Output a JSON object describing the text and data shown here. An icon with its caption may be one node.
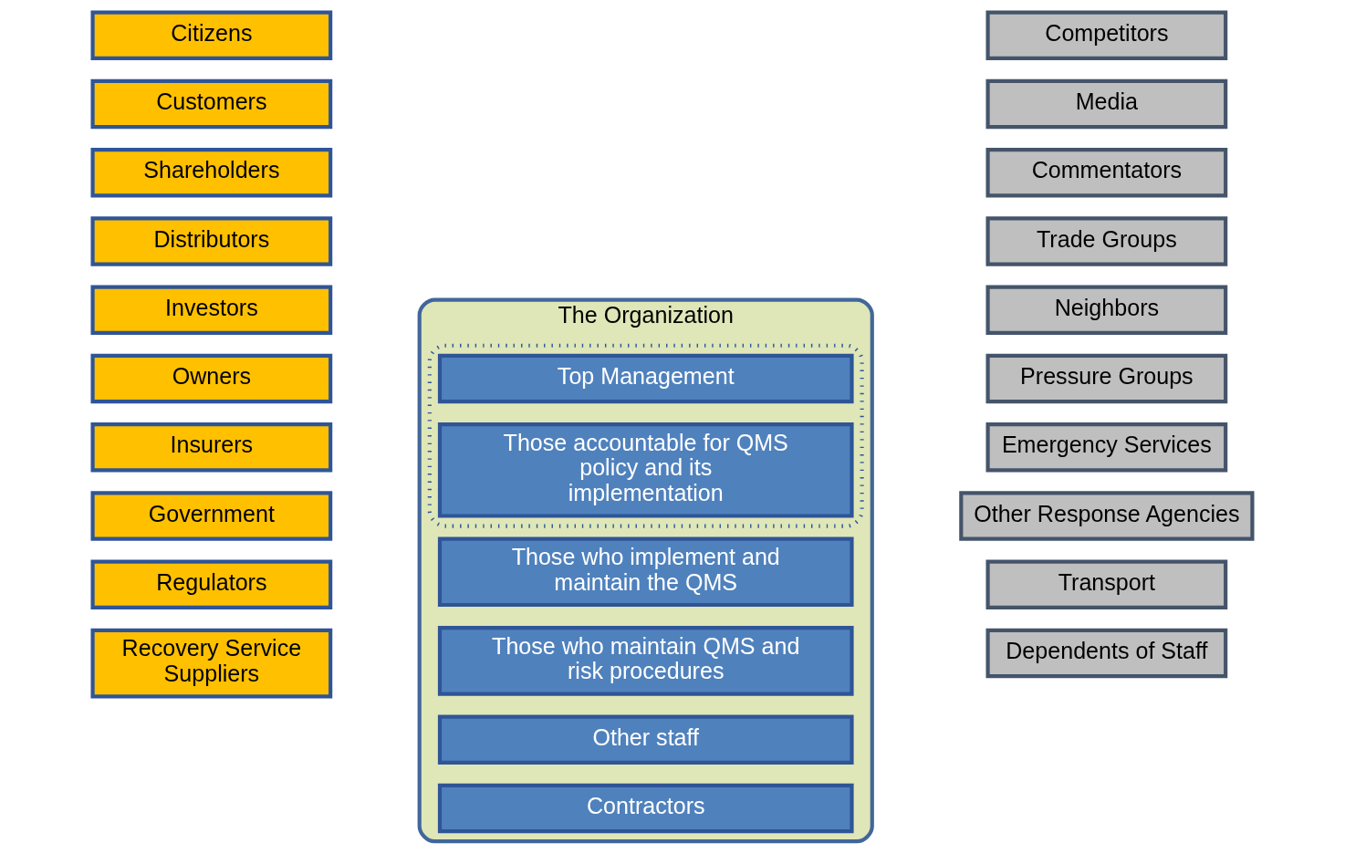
{
  "diagram": {
    "nodes": [
      {
        "text": [
          "Citizens"
        ]
      },
      {
        "text": [
          "Customers"
        ]
      },
      {
        "text": [
          "Shareholders"
        ]
      },
      {
        "text": [
          "Distributors"
        ]
      },
      {
        "text": [
          "Investors"
        ]
      },
      {
        "text": [
          "Owners"
        ]
      },
      {
        "text": [
          "Insurers"
        ]
      },
      {
        "text": [
          "Government"
        ]
      },
      {
        "text": [
          "Regulators"
        ]
      },
      {
        "text": [
          "Recovery Service Suppliers"
        ]
      },
      {
        "text": [
          "The Organization"
        ]
      },
      {
        "text": [],
        "shape": "box",
        "in": 10
      },
      {
        "text": [
          "Top Management"
        ],
        "in": 11
      },
      {
        "text": [
          "Those accountable for QMS policy and its implementation"
        ],
        "in": 11
      },
      {
        "text": [
          "Those who implement and maintain the QMS"
        ],
        "in": 10
      },
      {
        "text": [
          "Those who maintain QMS and risk procedures"
        ],
        "in": 10
      },
      {
        "text": [
          "Other staff"
        ],
        "in": 10
      },
      {
        "text": [
          "Contractors"
        ],
        "in": 10
      },
      {
        "text": [
          "Competitors"
        ]
      },
      {
        "text": [
          "Media"
        ]
      },
      {
        "text": [
          "Commentators"
        ]
      },
      {
        "text": [
          "Trade Groups"
        ]
      },
      {
        "text": [
          "Neighbors"
        ]
      },
      {
        "text": [
          "Pressure Groups"
        ]
      },
      {
        "text": [
          "Emergency Services"
        ]
      },
      {
        "text": [
          "Other Response Agencies"
        ]
      },
      {
        "text": [
          "Transport"
        ]
      },
      {
        "text": [
          "Dependents of Staff"
        ]
      }
    ],
    "edges": []
  }
}
